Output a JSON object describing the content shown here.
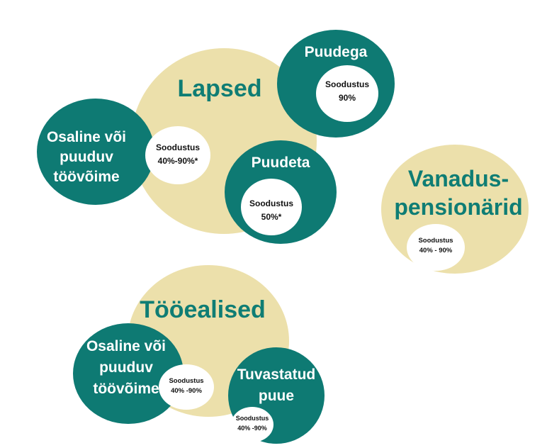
{
  "lapsed": {
    "title": "Lapsed",
    "puudega": {
      "label": "Puudega",
      "discount_label": "Soodustus",
      "discount_value": "90%"
    },
    "osaline": {
      "label": "Osaline või\npuuduv\ntöövõime",
      "discount_label": "Soodustus",
      "discount_value": "40%-90%*"
    },
    "puudeta": {
      "label": "Puudeta",
      "discount_label": "Soodustus",
      "discount_value": "50%*"
    }
  },
  "vanaduspensionarid": {
    "title": "Vanadus-\npensionärid",
    "discount_label": "Soodustus",
    "discount_value": "40% - 90%"
  },
  "tooealised": {
    "title": "Tööealised",
    "osaline": {
      "label": "Osaline või\npuuduv\ntöövõime",
      "discount_label": "Soodustus",
      "discount_value": "40% -90%"
    },
    "tuvastatud": {
      "label": "Tuvastatud\npuue",
      "discount_label": "Soodustus",
      "discount_value": "40% -90%"
    }
  },
  "colors": {
    "teal": "#0e7a73",
    "beige": "#ece0ab",
    "title_teal": "#0f7d74"
  }
}
